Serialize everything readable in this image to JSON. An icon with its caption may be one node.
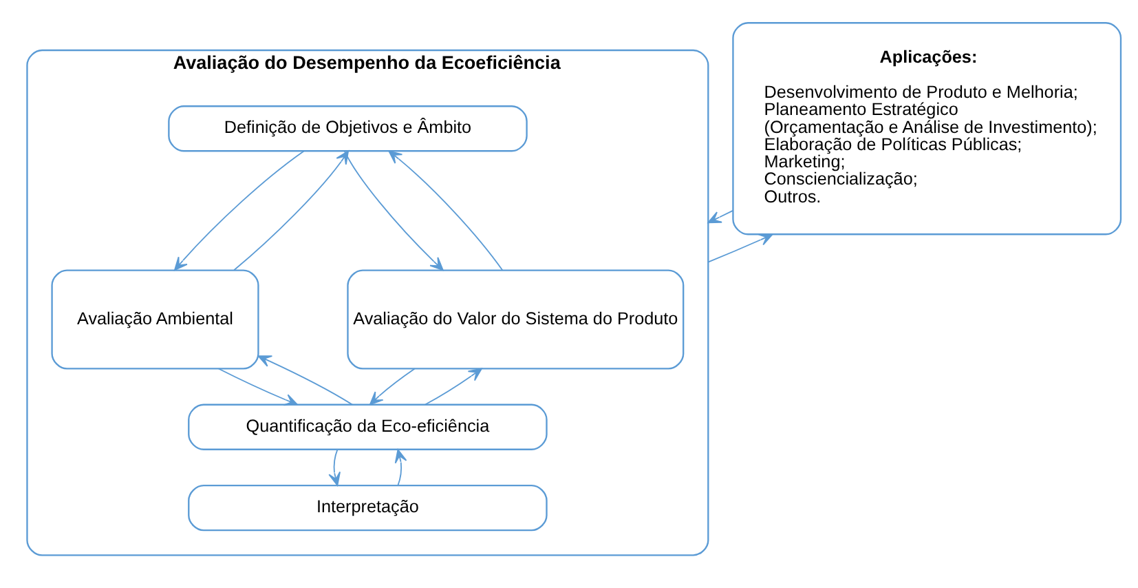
{
  "diagram": {
    "nodes": [
      {
        "text": [
          "Avaliação do Desempenho da Ecoeficiência"
        ]
      },
      {
        "text": [
          "Definição de Objetivos e Âmbito"
        ],
        "in": 0
      },
      {
        "text": [
          "Avaliação Ambiental"
        ],
        "in": 0
      },
      {
        "text": [
          "Avaliação do Valor do Sistema do Produto"
        ],
        "in": 0
      },
      {
        "text": [
          "Quantificação da Eco-eficiência"
        ],
        "in": 0
      },
      {
        "text": [
          "Interpretação"
        ],
        "in": 0
      },
      {
        "text": [
          "Aplicações:",
          "Desenvolvimento de Produto e Melhoria;",
          "Planeamento Estratégico",
          "(Orçamentação e Análise de Investimento);",
          "Elaboração de Políticas Públicas;",
          "Marketing;",
          "Consciencialização;",
          "Outros."
        ]
      }
    ],
    "edges": [
      {
        "from": 1,
        "to": 2,
        "arrow": "to"
      },
      {
        "from": 2,
        "to": 1,
        "arrow": "to"
      },
      {
        "from": 1,
        "to": 3,
        "arrow": "to"
      },
      {
        "from": 3,
        "to": 1,
        "arrow": "to"
      },
      {
        "from": 2,
        "to": 4,
        "arrow": "to"
      },
      {
        "from": 4,
        "to": 2,
        "arrow": "to"
      },
      {
        "from": 3,
        "to": 4,
        "arrow": "to"
      },
      {
        "from": 4,
        "to": 3,
        "arrow": "to"
      },
      {
        "from": 4,
        "to": 5,
        "arrow": "to"
      },
      {
        "from": 5,
        "to": 4,
        "arrow": "to"
      },
      {
        "from": 6,
        "to": 0,
        "arrow": "to"
      },
      {
        "from": 0,
        "to": 6,
        "arrow": "to"
      }
    ]
  }
}
